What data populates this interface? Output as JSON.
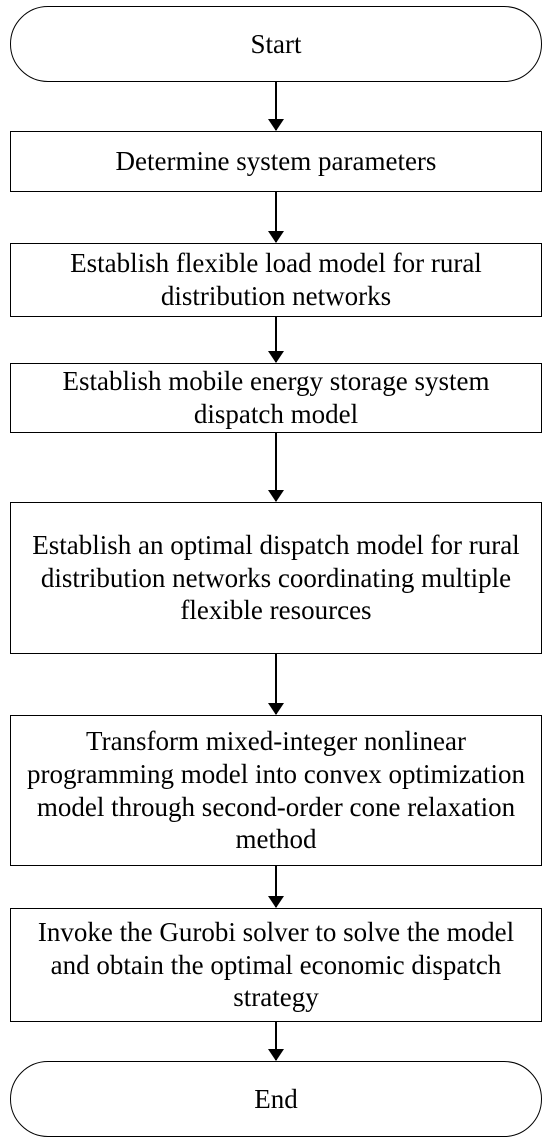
{
  "flowchart": {
    "start": {
      "label": "Start"
    },
    "steps": [
      {
        "label": "Determine system parameters"
      },
      {
        "label": "Establish flexible load model for rural distribution networks"
      },
      {
        "label": "Establish mobile energy storage system dispatch model"
      },
      {
        "label": "Establish an optimal dispatch model for rural distribution networks coordinating multiple flexible resources"
      },
      {
        "label": "Transform mixed-integer nonlinear programming model into convex optimization model through second-order cone relaxation method"
      },
      {
        "label": "Invoke the Gurobi solver to solve the model and obtain the optimal economic dispatch strategy"
      }
    ],
    "end": {
      "label": "End"
    }
  },
  "colors": {
    "stroke": "#000000",
    "fill": "#ffffff"
  }
}
